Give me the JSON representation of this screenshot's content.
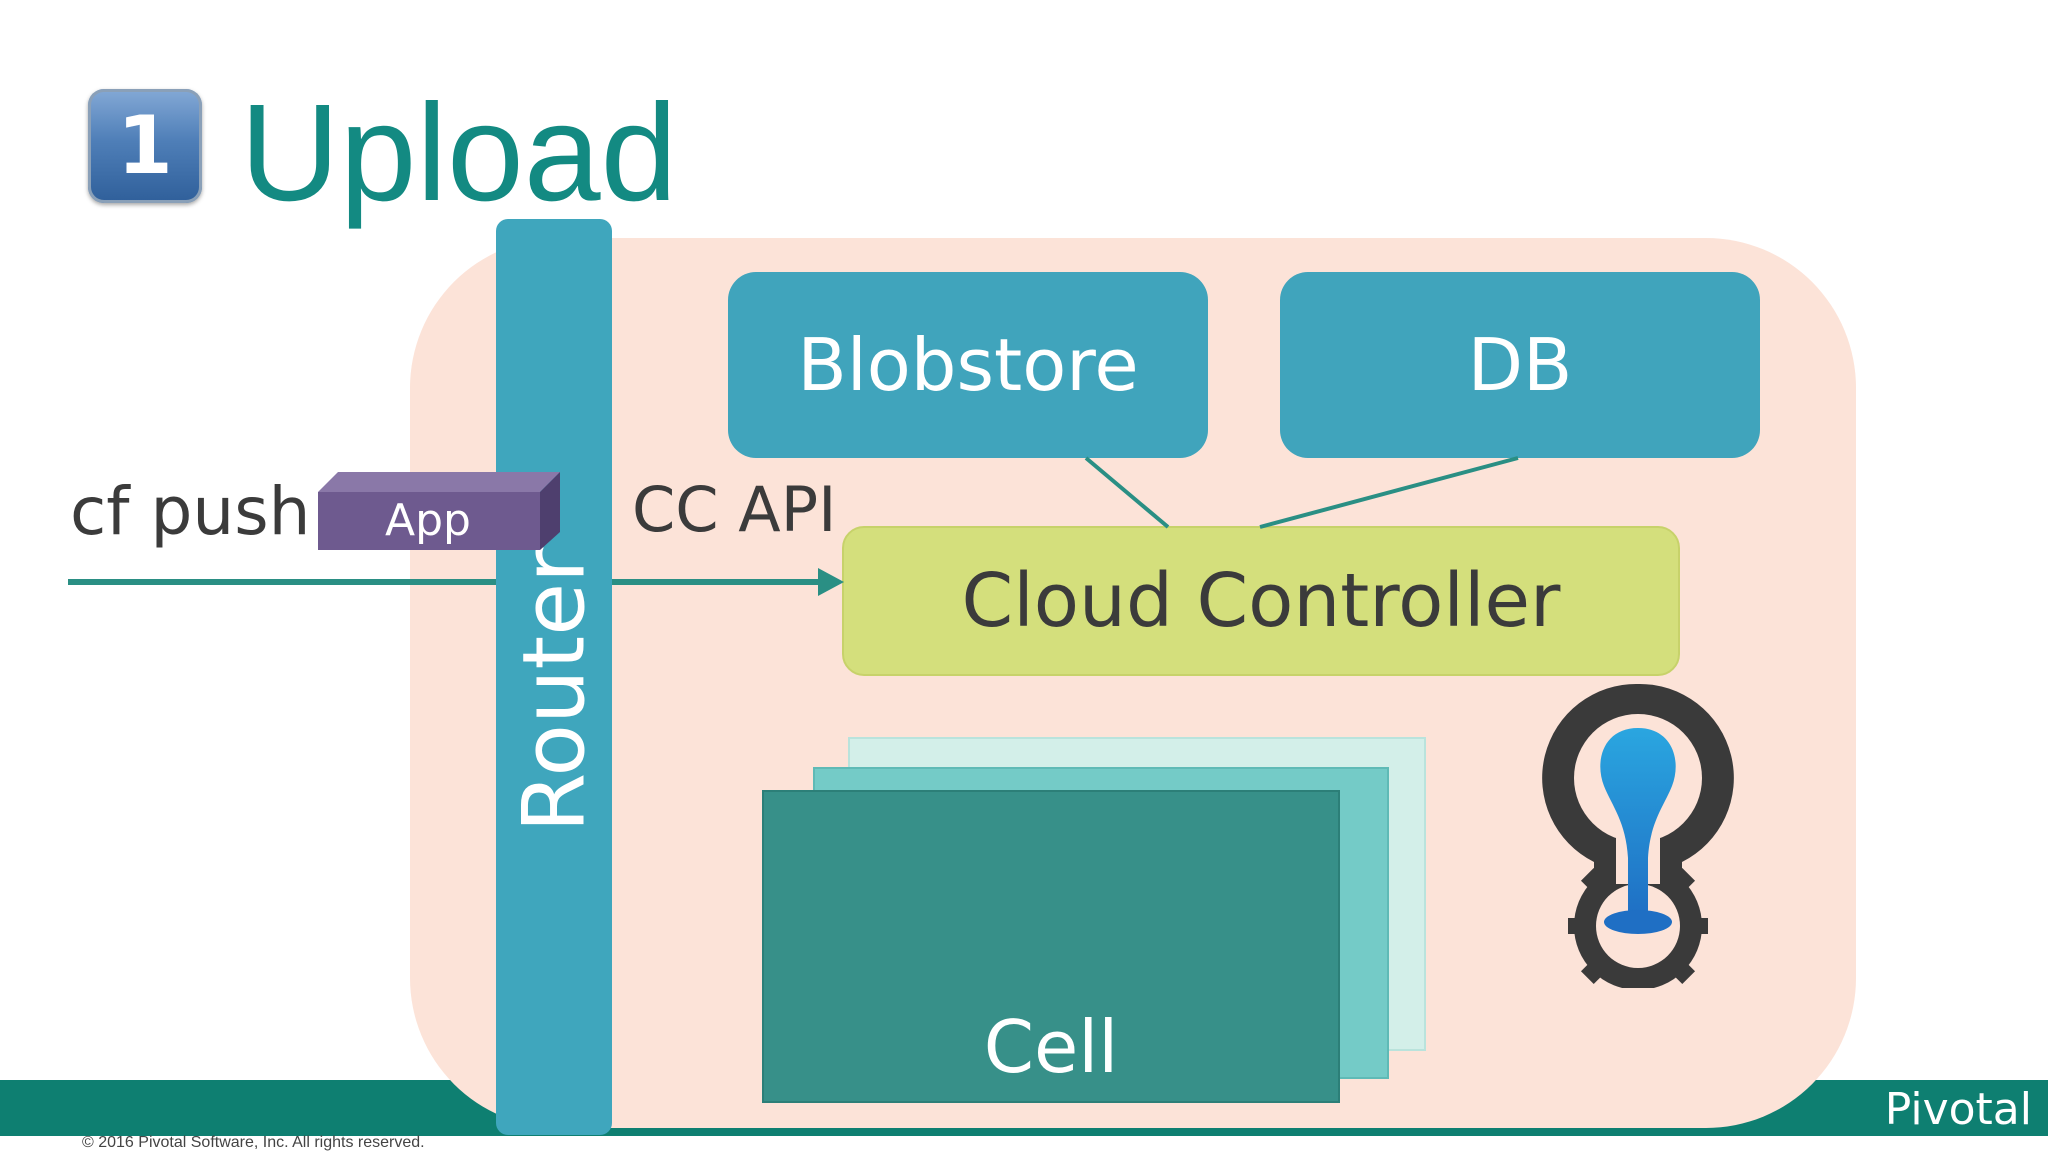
{
  "title": {
    "step_number": "1",
    "text": "Upload"
  },
  "diagram": {
    "push_command": "cf push",
    "app_label": "App",
    "router_label": "Router",
    "api_label": "CC API",
    "blobstore_label": "Blobstore",
    "db_label": "DB",
    "cloud_controller_label": "Cloud Controller",
    "cell_label": "Cell"
  },
  "footer": {
    "brand": "Pivotal",
    "copyright": "© 2016 Pivotal Software, Inc.  All rights reserved."
  },
  "colors": {
    "title": "#138a82",
    "platform_bg": "#fce3d8",
    "router": "#3fa6bd",
    "services": "#40a4bc",
    "cloud_controller": "#d4df7c",
    "cell_front": "#379089",
    "cell_middle": "#74cbc7",
    "cell_back": "#d3efe9",
    "app_cube": "#6e5a8f",
    "arrow": "#2a8f84",
    "footer_band": "#0e7f71"
  }
}
